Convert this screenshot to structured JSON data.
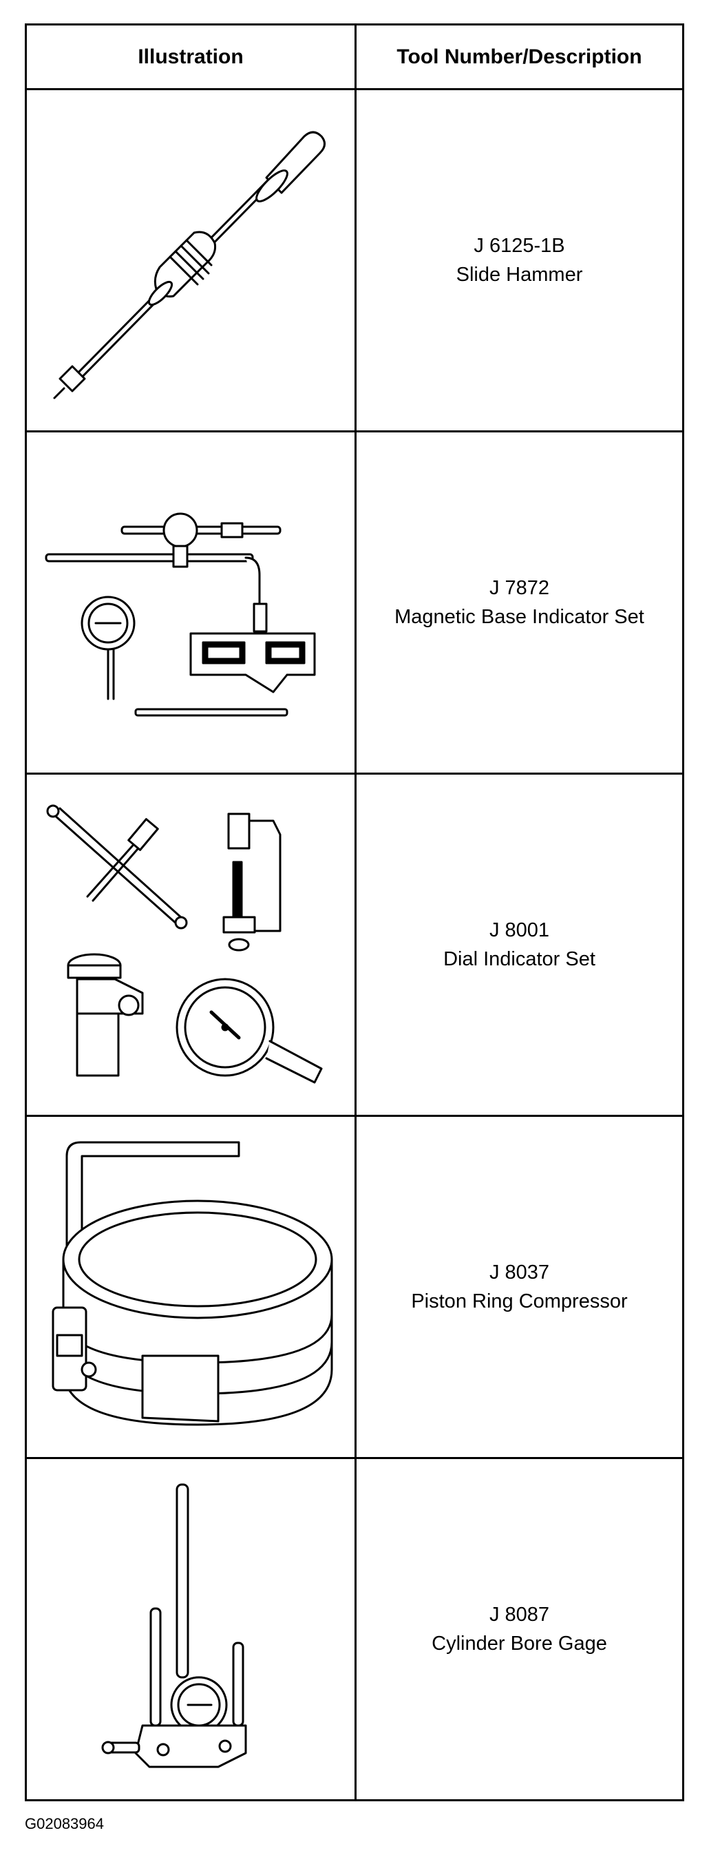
{
  "table": {
    "headers": {
      "illustration": "Illustration",
      "description": "Tool Number/Description"
    },
    "rows": [
      {
        "tool_number": "J 6125-1B",
        "description": "Slide Hammer",
        "icon": "slide-hammer-icon"
      },
      {
        "tool_number": "J 7872",
        "description": "Magnetic Base Indicator Set",
        "icon": "magnetic-base-indicator-icon"
      },
      {
        "tool_number": "J 8001",
        "description": "Dial Indicator Set",
        "icon": "dial-indicator-set-icon"
      },
      {
        "tool_number": "J 8037",
        "description": "Piston Ring Compressor",
        "icon": "piston-ring-compressor-icon"
      },
      {
        "tool_number": "J 8087",
        "description": "Cylinder Bore Gage",
        "icon": "cylinder-bore-gage-icon"
      }
    ]
  },
  "figure_id": "G02083964"
}
